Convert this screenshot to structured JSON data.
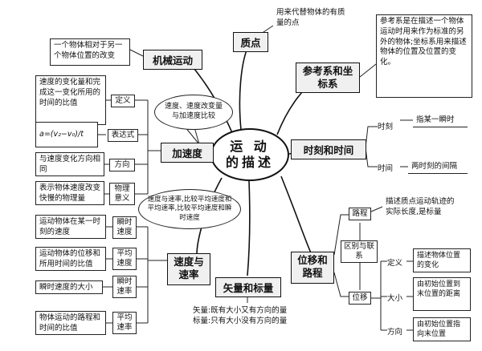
{
  "center": {
    "line1": "运 动",
    "line2": "的描述"
  },
  "zhidian": {
    "title": "质点",
    "desc": "用来代替物体的有质量的点"
  },
  "jixie": {
    "title": "机械运动",
    "desc": "一个物体相对于另一个物体位置的改变"
  },
  "cankao": {
    "title": "参考系和坐标系",
    "desc": "参考系是在描述一个物体运动时用来作为标准的另外的物体;坐标系用来描述物体的位置及位置的变化。"
  },
  "shike": {
    "title": "时刻和时间",
    "shike_label": "时刻",
    "shike_desc": "指某一瞬时",
    "shijian_label": "时间",
    "shijian_desc": "两时刻的间隔"
  },
  "jiasudu": {
    "title": "加速度",
    "bubble": "速度、速度改变量与加速度比较",
    "dingyi_label": "定义",
    "dingyi_desc": "速度的变化量和完成这一变化所用的时间的比值",
    "biaodashi_label": "表达式",
    "formula": "a=(v₂−v₀)/t",
    "fangxiang_label": "方向",
    "fangxiang_desc": "与速度变化方向相同",
    "wuli_label": "物理意义",
    "wuli_desc": "表示物体速度改变快慢的物理量"
  },
  "sudu": {
    "title": "速度与速率",
    "bubble": "速度与速率,比较平均速度和平均速率,比较平均速度和瞬时速度",
    "items": [
      {
        "label": "瞬时速度",
        "desc": "运动物体在某一时刻的速度"
      },
      {
        "label": "平均速度",
        "desc": "运动物体的位移和所用时间的比值"
      },
      {
        "label": "瞬时速率",
        "desc": "瞬时速度的大小"
      },
      {
        "label": "平均速率",
        "desc": "物体运动的路程和时间的比值"
      }
    ]
  },
  "weiyi": {
    "title": "位移和路程",
    "lucheng_label": "路程",
    "lucheng_desc": "描述质点运动轨迹的实际长度,是标量",
    "qubie": "区别与联系",
    "weiyi_label": "位移",
    "dingyi_label": "定义",
    "dingyi_desc": "描述物体位置的变化",
    "daxiao_label": "大小",
    "daxiao_desc": "由初始位置到末位置的距离",
    "fangxiang_label": "方向",
    "fangxiang_desc": "由初始位置指向末位置"
  },
  "shiliang": {
    "title": "矢量和标量",
    "line1": "矢量:既有大小又有方向的量",
    "line2": "标量:只有大小没有方向的量"
  }
}
